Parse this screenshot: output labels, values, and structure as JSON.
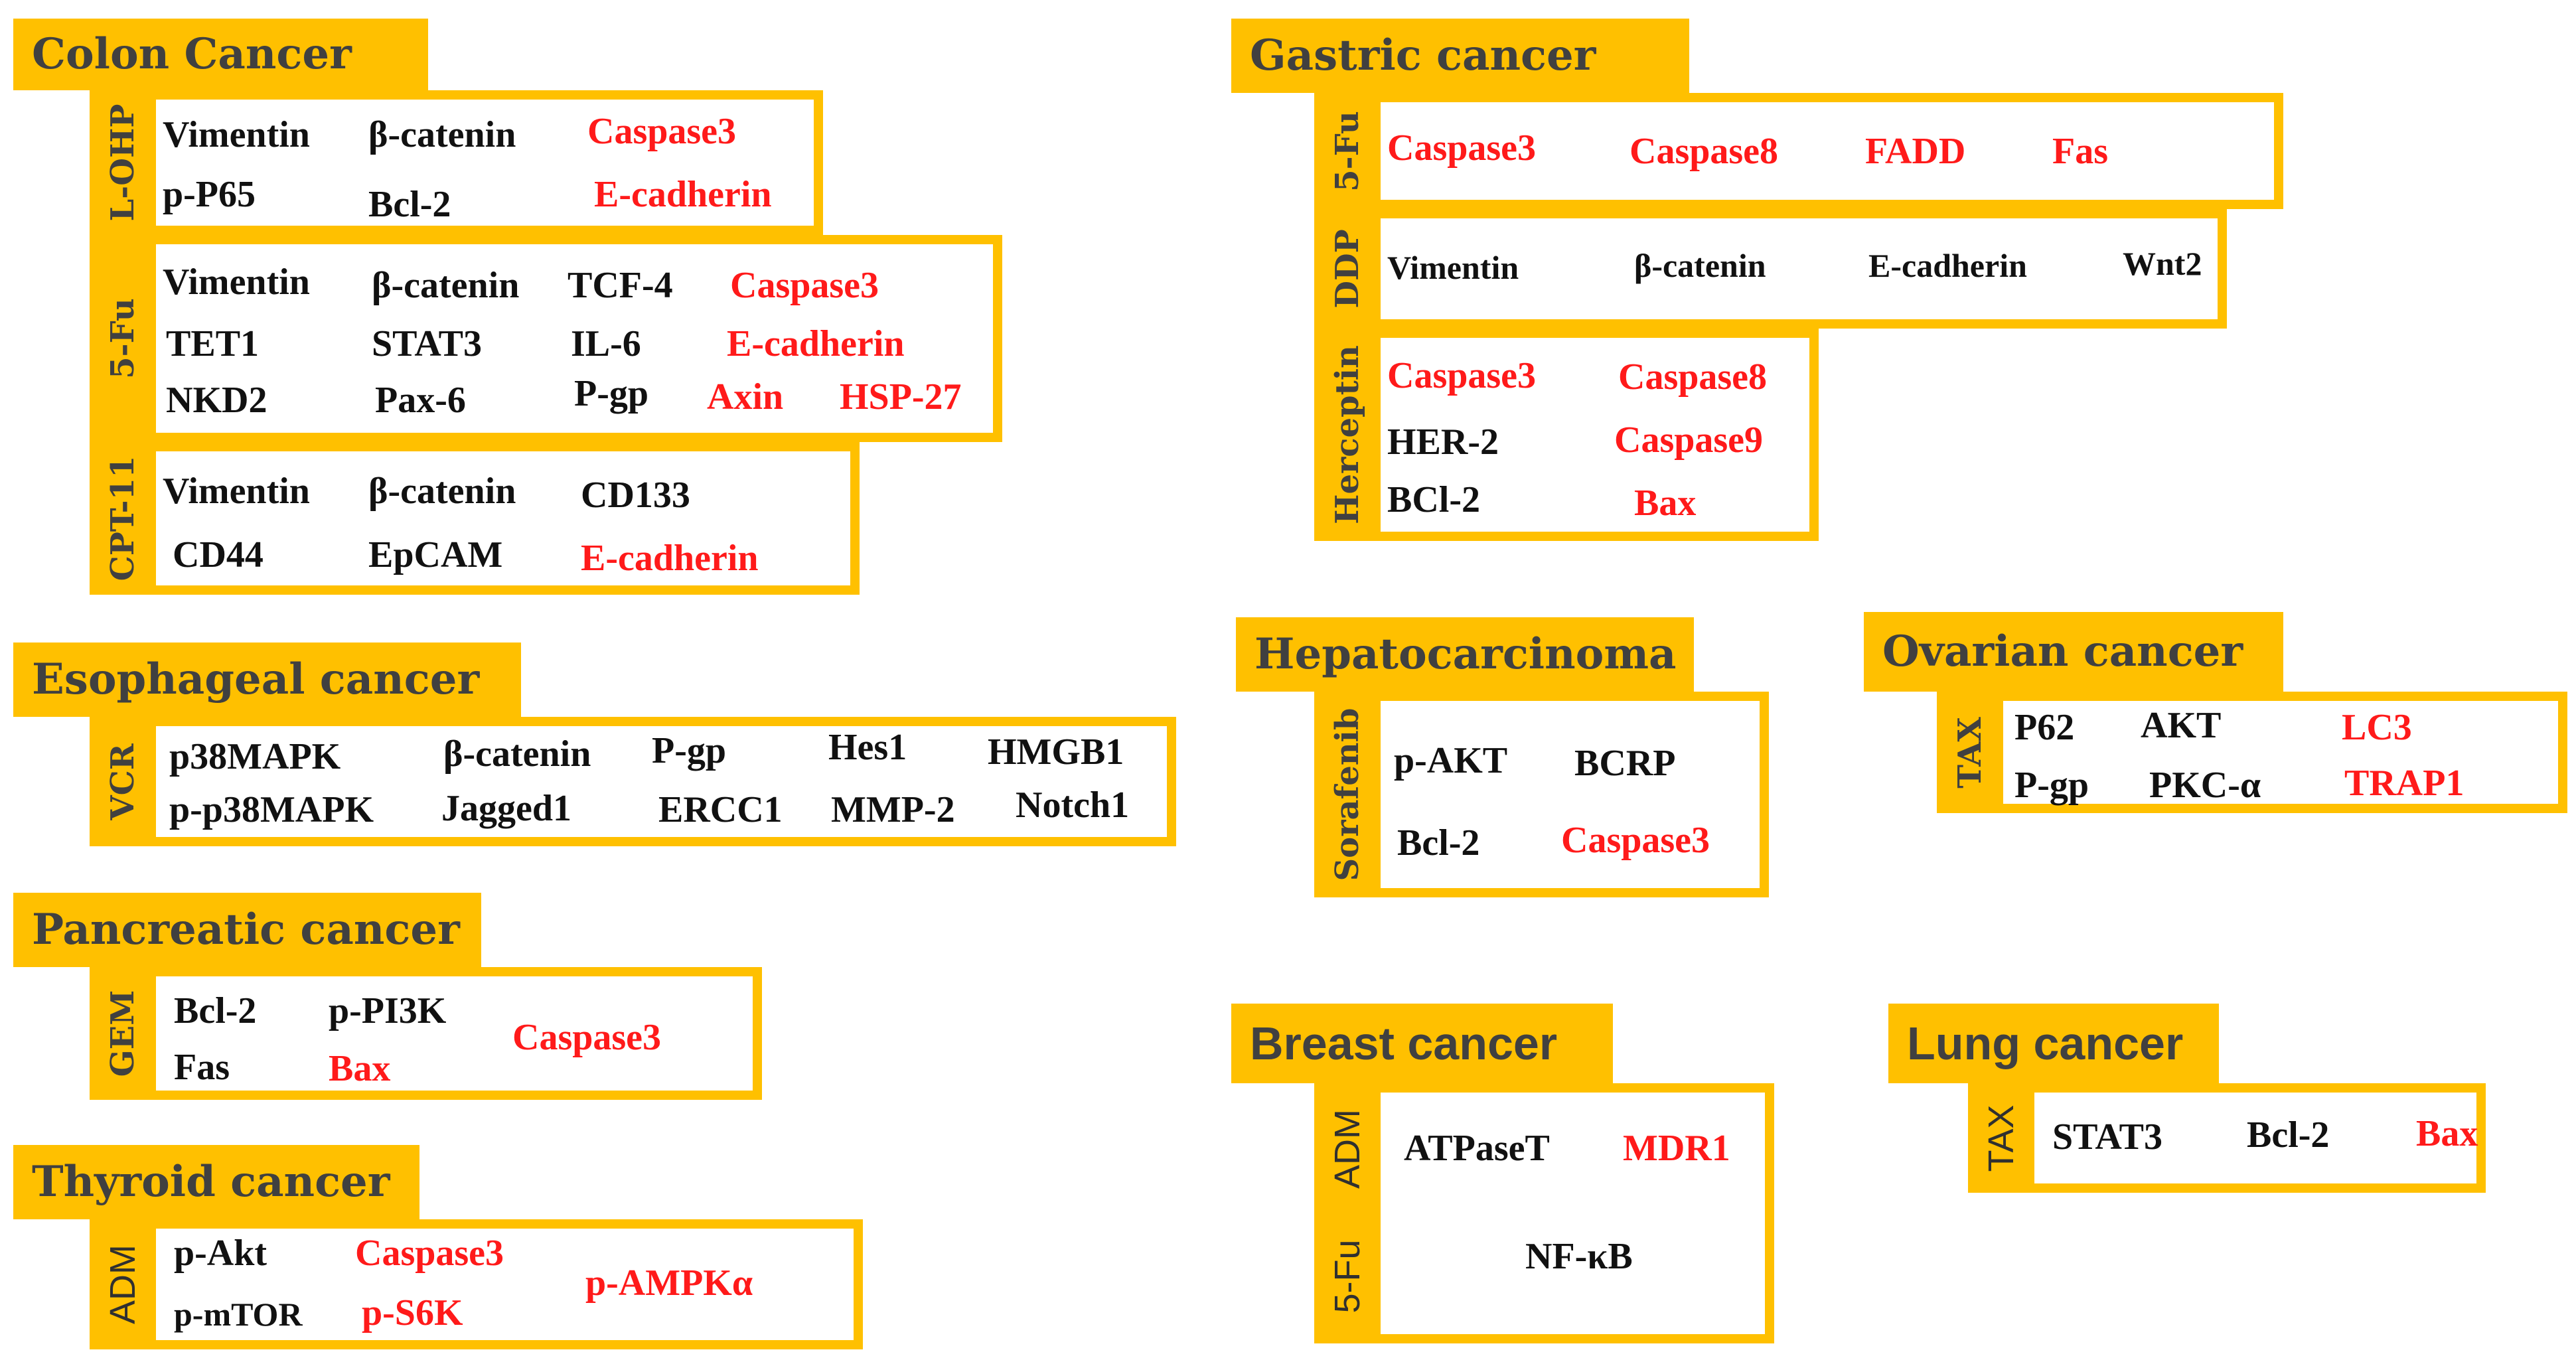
{
  "colors": {
    "accent": "#FFC000",
    "neutral_marker": "#111111",
    "highlight_marker": "#FF1A1A"
  },
  "panels": {
    "colon": {
      "title": "Colon Cancer",
      "groups": [
        {
          "drug": "L-OHP",
          "markers": [
            {
              "name": "Vimentin",
              "color": "black"
            },
            {
              "name": "β-catenin",
              "color": "black"
            },
            {
              "name": "Caspase3",
              "color": "red"
            },
            {
              "name": "p-P65",
              "color": "black"
            },
            {
              "name": "Bcl-2",
              "color": "black"
            },
            {
              "name": "E-cadherin",
              "color": "red"
            }
          ]
        },
        {
          "drug": "5-Fu",
          "markers": [
            {
              "name": "Vimentin",
              "color": "black"
            },
            {
              "name": "β-catenin",
              "color": "black"
            },
            {
              "name": "TCF-4",
              "color": "black"
            },
            {
              "name": "Caspase3",
              "color": "red"
            },
            {
              "name": "TET1",
              "color": "black"
            },
            {
              "name": "STAT3",
              "color": "black"
            },
            {
              "name": "IL-6",
              "color": "black"
            },
            {
              "name": "E-cadherin",
              "color": "red"
            },
            {
              "name": "NKD2",
              "color": "black"
            },
            {
              "name": "Pax-6",
              "color": "black"
            },
            {
              "name": "P-gp",
              "color": "black"
            },
            {
              "name": "Axin",
              "color": "red"
            },
            {
              "name": "HSP-27",
              "color": "red"
            }
          ]
        },
        {
          "drug": "CPT-11",
          "markers": [
            {
              "name": "Vimentin",
              "color": "black"
            },
            {
              "name": "β-catenin",
              "color": "black"
            },
            {
              "name": "CD133",
              "color": "black"
            },
            {
              "name": "CD44",
              "color": "black"
            },
            {
              "name": "EpCAM",
              "color": "black"
            },
            {
              "name": "E-cadherin",
              "color": "red"
            }
          ]
        }
      ]
    },
    "esophageal": {
      "title": "Esophageal cancer",
      "groups": [
        {
          "drug": "VCR",
          "markers": [
            {
              "name": "p38MAPK",
              "color": "black"
            },
            {
              "name": "β-catenin",
              "color": "black"
            },
            {
              "name": "P-gp",
              "color": "black"
            },
            {
              "name": "Hes1",
              "color": "black"
            },
            {
              "name": "HMGB1",
              "color": "black"
            },
            {
              "name": "p-p38MAPK",
              "color": "black"
            },
            {
              "name": "Jagged1",
              "color": "black"
            },
            {
              "name": "ERCC1",
              "color": "black"
            },
            {
              "name": "MMP-2",
              "color": "black"
            },
            {
              "name": "Notch1",
              "color": "black"
            }
          ]
        }
      ]
    },
    "pancreatic": {
      "title": "Pancreatic cancer",
      "groups": [
        {
          "drug": "GEM",
          "markers": [
            {
              "name": "Bcl-2",
              "color": "black"
            },
            {
              "name": "p-PI3K",
              "color": "black"
            },
            {
              "name": "Caspase3",
              "color": "red"
            },
            {
              "name": "Fas",
              "color": "black"
            },
            {
              "name": "Bax",
              "color": "red"
            }
          ]
        }
      ]
    },
    "thyroid": {
      "title": "Thyroid cancer",
      "groups": [
        {
          "drug": "ADM",
          "markers": [
            {
              "name": "p-Akt",
              "color": "black"
            },
            {
              "name": "Caspase3",
              "color": "red"
            },
            {
              "name": "p-AMPKα",
              "color": "red"
            },
            {
              "name": "p-mTOR",
              "color": "black"
            },
            {
              "name": "p-S6K",
              "color": "red"
            }
          ]
        }
      ]
    },
    "gastric": {
      "title": "Gastric cancer",
      "groups": [
        {
          "drug": "5-Fu",
          "markers": [
            {
              "name": "Caspase3",
              "color": "red"
            },
            {
              "name": "Caspase8",
              "color": "red"
            },
            {
              "name": "FADD",
              "color": "red"
            },
            {
              "name": "Fas",
              "color": "red"
            }
          ]
        },
        {
          "drug": "DDP",
          "markers": [
            {
              "name": "Vimentin",
              "color": "black"
            },
            {
              "name": "β-catenin",
              "color": "black"
            },
            {
              "name": "E-cadherin",
              "color": "black"
            },
            {
              "name": "Wnt2",
              "color": "black"
            }
          ]
        },
        {
          "drug": "Herceptin",
          "markers": [
            {
              "name": "Caspase3",
              "color": "red"
            },
            {
              "name": "Caspase8",
              "color": "red"
            },
            {
              "name": "HER-2",
              "color": "black"
            },
            {
              "name": "Caspase9",
              "color": "red"
            },
            {
              "name": "BCl-2",
              "color": "black"
            },
            {
              "name": "Bax",
              "color": "red"
            }
          ]
        }
      ]
    },
    "hepato": {
      "title": "Hepatocarcinoma",
      "groups": [
        {
          "drug": "Sorafenib",
          "markers": [
            {
              "name": "p-AKT",
              "color": "black"
            },
            {
              "name": "BCRP",
              "color": "black"
            },
            {
              "name": "Bcl-2",
              "color": "black"
            },
            {
              "name": "Caspase3",
              "color": "red"
            }
          ]
        }
      ]
    },
    "ovarian": {
      "title": "Ovarian cancer",
      "groups": [
        {
          "drug": "TAX",
          "markers": [
            {
              "name": "P62",
              "color": "black"
            },
            {
              "name": "AKT",
              "color": "black"
            },
            {
              "name": "LC3",
              "color": "red"
            },
            {
              "name": "P-gp",
              "color": "black"
            },
            {
              "name": "PKC-α",
              "color": "black"
            },
            {
              "name": "TRAP1",
              "color": "red"
            }
          ]
        }
      ]
    },
    "breast": {
      "title": "Breast cancer",
      "groups": [
        {
          "drug": "ADM",
          "markers": [
            {
              "name": "ATPaseT",
              "color": "black"
            },
            {
              "name": "MDR1",
              "color": "red"
            }
          ]
        },
        {
          "drug": "5-Fu",
          "markers": [
            {
              "name": "NF-κB",
              "color": "black"
            }
          ]
        }
      ]
    },
    "lung": {
      "title": "Lung cancer",
      "groups": [
        {
          "drug": "TAX",
          "markers": [
            {
              "name": "STAT3",
              "color": "black"
            },
            {
              "name": "Bcl-2",
              "color": "black"
            },
            {
              "name": "Bax",
              "color": "red"
            }
          ]
        }
      ]
    }
  }
}
